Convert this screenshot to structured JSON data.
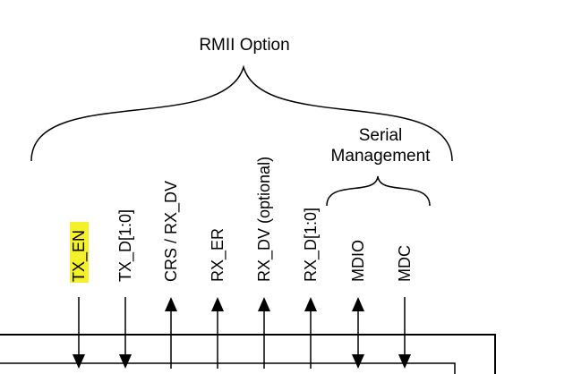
{
  "titles": {
    "rmii_option": "RMII Option",
    "serial_line1": "Serial",
    "serial_line2": "Management"
  },
  "signals": [
    {
      "id": "tx-en",
      "label": "TX_EN",
      "direction": "down",
      "highlighted": true
    },
    {
      "id": "txd",
      "label": "TX_D[1:0]",
      "direction": "down",
      "highlighted": false
    },
    {
      "id": "crs-rxdv",
      "label": "CRS / RX_DV",
      "direction": "up",
      "highlighted": false
    },
    {
      "id": "rx-er",
      "label": "RX_ER",
      "direction": "up",
      "highlighted": false
    },
    {
      "id": "rx-dv-opt",
      "label": "RX_DV (optional)",
      "direction": "up",
      "highlighted": false
    },
    {
      "id": "rxd",
      "label": "RX_D[1:0]",
      "direction": "up",
      "highlighted": false
    },
    {
      "id": "mdio",
      "label": "MDIO",
      "direction": "both",
      "highlighted": false
    },
    {
      "id": "mdc",
      "label": "MDC",
      "direction": "down",
      "highlighted": false
    }
  ],
  "colors": {
    "highlight": "#f4f02a",
    "stroke": "#000000"
  }
}
